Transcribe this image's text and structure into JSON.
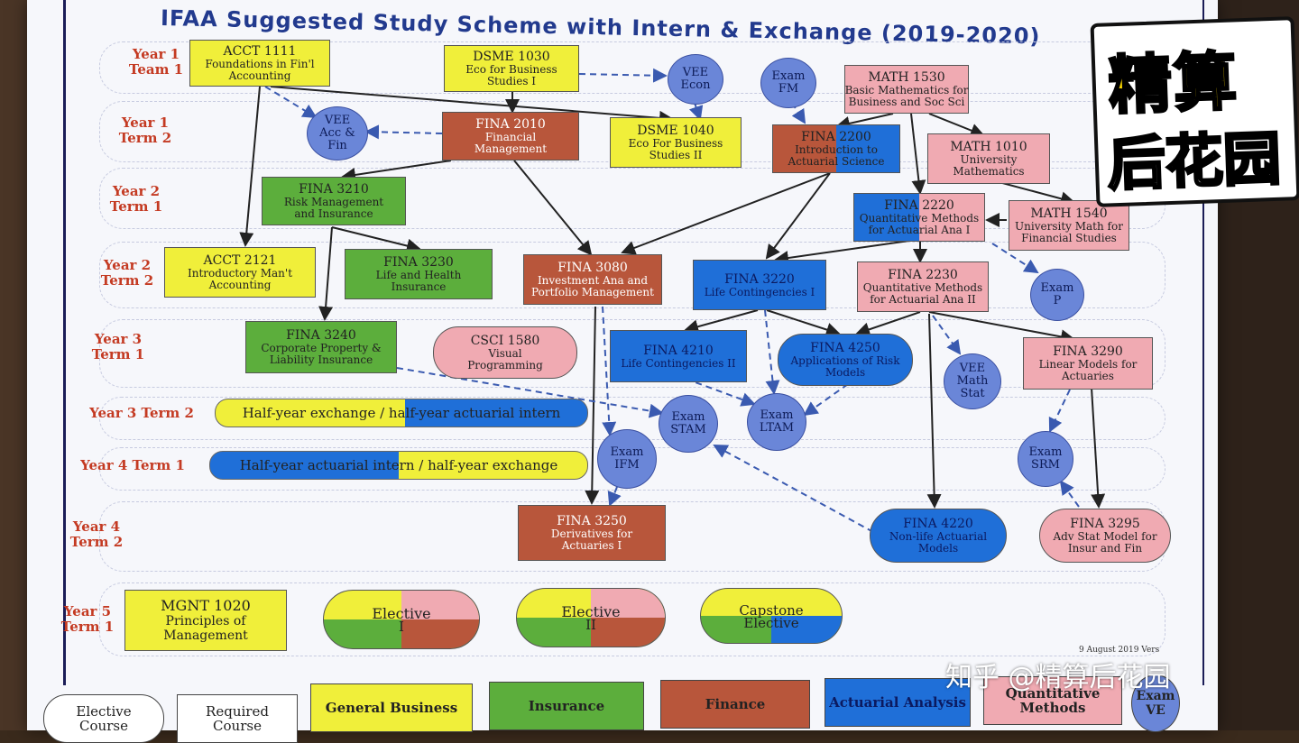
{
  "title": "IFAA Suggested Study Scheme with Intern & Exchange (2019-2020)",
  "terms": [
    {
      "id": "y1t1",
      "label": "Year 1\nTeam 1"
    },
    {
      "id": "y1t2",
      "label": "Year 1\nTerm 2"
    },
    {
      "id": "y2t1",
      "label": "Year 2\nTerm 1"
    },
    {
      "id": "y2t2",
      "label": "Year 2\nTerm 2"
    },
    {
      "id": "y3t1",
      "label": "Year 3\nTerm 1"
    },
    {
      "id": "y3t2",
      "label": "Year 3 Term 2"
    },
    {
      "id": "y4t1",
      "label": "Year 4 Term 1"
    },
    {
      "id": "y4t2",
      "label": "Year 4\nTerm 2"
    },
    {
      "id": "y5t1",
      "label": "Year 5\nTerm 1"
    }
  ],
  "courses": {
    "acct1111": {
      "code": "ACCT 1111",
      "name": "Foundations in Fin'l\nAccounting"
    },
    "dsme1030": {
      "code": "DSME 1030",
      "name": "Eco for Business\nStudies I"
    },
    "math1530": {
      "code": "MATH 1530",
      "name": "Basic Mathematics for\nBusiness and Soc Sci"
    },
    "fina2010": {
      "code": "FINA 2010",
      "name": "Financial\nManagement"
    },
    "dsme1040": {
      "code": "DSME 1040",
      "name": "Eco For Business\nStudies II"
    },
    "fina2200": {
      "code": "FINA 2200",
      "name": "Introduction to\nActuarial Science"
    },
    "math1010": {
      "code": "MATH 1010",
      "name": "University\nMathematics"
    },
    "fina3210": {
      "code": "FINA 3210",
      "name": "Risk Management\nand Insurance"
    },
    "fina2220": {
      "code": "FINA 2220",
      "name": "Quantitative Methods\nfor Actuarial Ana I"
    },
    "math1540": {
      "code": "MATH 1540",
      "name": "University Math for\nFinancial Studies"
    },
    "acct2121": {
      "code": "ACCT 2121",
      "name": "Introductory Man't\nAccounting"
    },
    "fina3230": {
      "code": "FINA 3230",
      "name": "Life and Health\nInsurance"
    },
    "fina3080": {
      "code": "FINA 3080",
      "name": "Investment Ana and\nPortfolio Management"
    },
    "fina3220": {
      "code": "FINA 3220",
      "name": "Life Contingencies I"
    },
    "fina2230": {
      "code": "FINA 2230",
      "name": "Quantitative Methods\nfor Actuarial Ana II"
    },
    "fina3240": {
      "code": "FINA 3240",
      "name": "Corporate Property &\nLiability Insurance"
    },
    "csci1580": {
      "code": "CSCI 1580",
      "name": "Visual\nProgramming"
    },
    "fina4210": {
      "code": "FINA 4210",
      "name": "Life Contingencies II"
    },
    "fina4250": {
      "code": "FINA 4250",
      "name": "Applications of Risk\nModels"
    },
    "fina3290": {
      "code": "FINA 3290",
      "name": "Linear Models for\nActuaries"
    },
    "fina3250": {
      "code": "FINA 3250",
      "name": "Derivatives for\nActuaries I"
    },
    "fina4220": {
      "code": "FINA 4220",
      "name": "Non-life Actuarial\nModels"
    },
    "fina3295": {
      "code": "FINA 3295",
      "name": "Adv Stat Model for\nInsur and Fin"
    },
    "mgnt1020": {
      "code": "MGNT 1020",
      "name": "Principles of\nManagement"
    },
    "elective1": {
      "code": "Elective",
      "name": "I"
    },
    "elective2": {
      "code": "Elective",
      "name": "II"
    },
    "capstone": {
      "code": "Capstone",
      "name": "Elective"
    }
  },
  "exams": {
    "vee_econ": "VEE\nEcon",
    "exam_fm": "Exam\nFM",
    "vee_accfin": "VEE\nAcc &\nFin",
    "exam_p": "Exam\nP",
    "vee_mathstat": "VEE\nMath\nStat",
    "exam_stam": "Exam\nSTAM",
    "exam_ltam": "Exam\nLTAM",
    "exam_ifm": "Exam\nIFM",
    "exam_srm": "Exam\nSRM"
  },
  "bars": {
    "y3t2": "Half-year exchange / half-year actuarial intern",
    "y4t1": "Half-year actuarial intern / half-year exchange"
  },
  "version_date": "9 August 2019 Vers",
  "legend": {
    "elective": "Elective\nCourse",
    "required": "Required\nCourse",
    "general_business": "General Business",
    "insurance": "Insurance",
    "finance": "Finance",
    "actuarial_analysis": "Actuarial Analysis",
    "quantitative_methods": "Quantitative\nMethods",
    "exam_vee": "Exam\nVE"
  },
  "logo": {
    "line1": "精算",
    "line2": "后花园"
  },
  "watermark": "知乎 @精算后花园",
  "colors": {
    "general_business": "#f0ef3a",
    "insurance": "#5cae3c",
    "finance": "#b8563b",
    "actuarial_analysis": "#1f6fd8",
    "quantitative_methods": "#f0aab2",
    "exam": "#6a86d8"
  }
}
